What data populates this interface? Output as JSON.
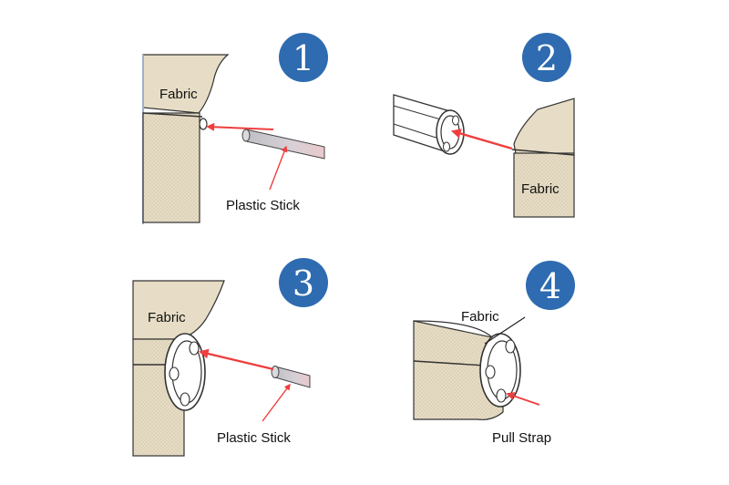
{
  "colors": {
    "fabric": "#e7ddc6",
    "fabric_dark": "#d8cdb4",
    "badge": "#2e6bb0",
    "arrow": "#ee3e3e",
    "line": "#222222",
    "tube_fill": "#ffffff",
    "stick_fill": "#c8c8cc"
  },
  "steps": [
    {
      "number": "1",
      "labels": {
        "fabric": "Fabric",
        "stick": "Plastic Stick"
      }
    },
    {
      "number": "2",
      "labels": {
        "fabric": "Fabric"
      }
    },
    {
      "number": "3",
      "labels": {
        "fabric": "Fabric",
        "stick": "Plastic Stick"
      }
    },
    {
      "number": "4",
      "labels": {
        "fabric": "Fabric",
        "strap": "Pull Strap"
      }
    }
  ]
}
